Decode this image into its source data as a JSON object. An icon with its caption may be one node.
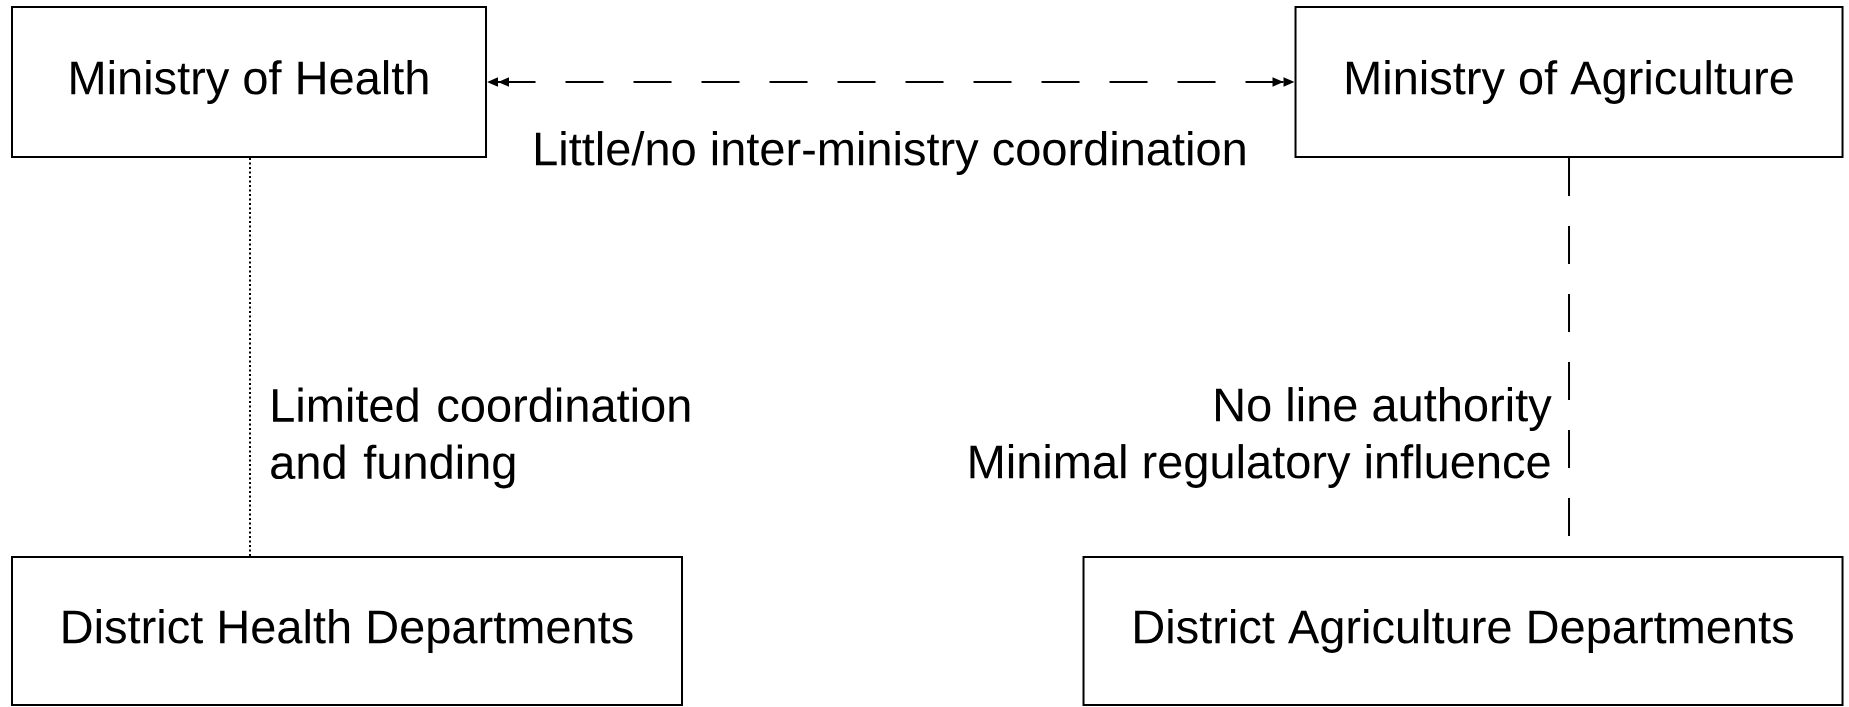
{
  "diagram": {
    "nodes": [
      {
        "text": [
          "Ministry of Health"
        ]
      },
      {
        "text": [
          "Ministry of Agriculture"
        ]
      },
      {
        "text": [
          "District Health Departments"
        ]
      },
      {
        "text": [
          "District Agriculture Departments"
        ]
      }
    ],
    "edges": [
      {
        "from": 0,
        "to": 1,
        "arrow": "both",
        "style": "dashed",
        "label": "Little/no inter-ministry coordination"
      },
      {
        "from": 0,
        "to": 2,
        "arrow": "none",
        "style": "dashed",
        "label": "Limited coordination and funding"
      },
      {
        "from": 1,
        "to": 3,
        "arrow": "none",
        "style": "dashed",
        "label": "No line authority"
      }
    ],
    "labels": [
      "Minimal regulatory influence"
    ]
  }
}
